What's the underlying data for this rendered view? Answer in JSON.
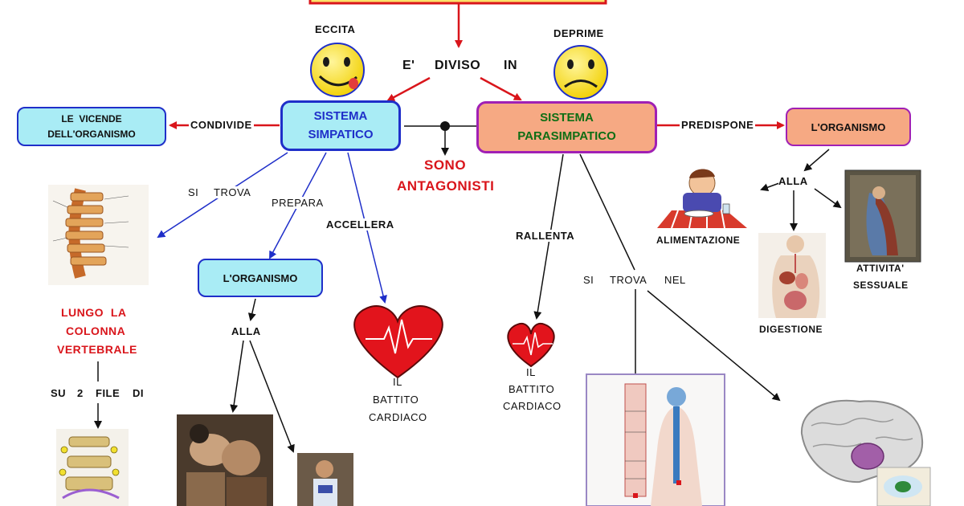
{
  "nodes": {
    "simpatico": [
      "SISTEMA",
      "SIMPATICO"
    ],
    "parasimpatico": [
      "SISTEMA",
      "PARASIMPATICO"
    ],
    "vicende": [
      "LE  VICENDE",
      "DELL'ORGANISMO"
    ],
    "organismo_left": "L'ORGANISMO",
    "organismo_right": "L'ORGANISMO"
  },
  "labels": {
    "eccita": "ECCITA",
    "deprime": "DEPRIME",
    "e_diviso_in": [
      "E'",
      "DIVISO",
      "IN"
    ],
    "condivide": "CONDIVIDE",
    "predispone": "PREDISPONE",
    "sono_antagonisti": [
      "SONO",
      "ANTAGONISTI"
    ],
    "si_trova_left": [
      "SI",
      "TROVA"
    ],
    "prepara": "PREPARA",
    "accellera": "ACCELLERA",
    "rallenta": "RALLENTA",
    "si_trova_nel": [
      "SI",
      "TROVA",
      "NEL"
    ],
    "alla_left": "ALLA",
    "alla_right": "ALLA",
    "lungo_colonna": [
      "LUNGO  LA",
      "COLONNA",
      "VERTEBRALE"
    ],
    "su_2_file_di": [
      "SU",
      "2",
      "FILE",
      "DI"
    ],
    "il_battito_left": [
      "IL",
      "BATTITO",
      "CARDIACO"
    ],
    "il_battito_right": [
      "IL",
      "BATTITO",
      "CARDIACO"
    ],
    "alimentazione": "ALIMENTAZIONE",
    "digestione": "DIGESTIONE",
    "attivita_sessuale": [
      "ATTIVITA'",
      "SESSUALE"
    ]
  },
  "colors": {
    "blue_border": "#1f2fc9",
    "blue_fill": "#a9ecf5",
    "orange_fill": "#f6a983",
    "purple_border": "#a020b4",
    "red": "#d9151b",
    "arrow_blue": "#1f2fc9"
  },
  "icons": [
    "happy-smiley-icon",
    "sad-smiley-icon",
    "heart-ecg-icon",
    "spine-illustration-icon",
    "brain-illustration-icon"
  ]
}
